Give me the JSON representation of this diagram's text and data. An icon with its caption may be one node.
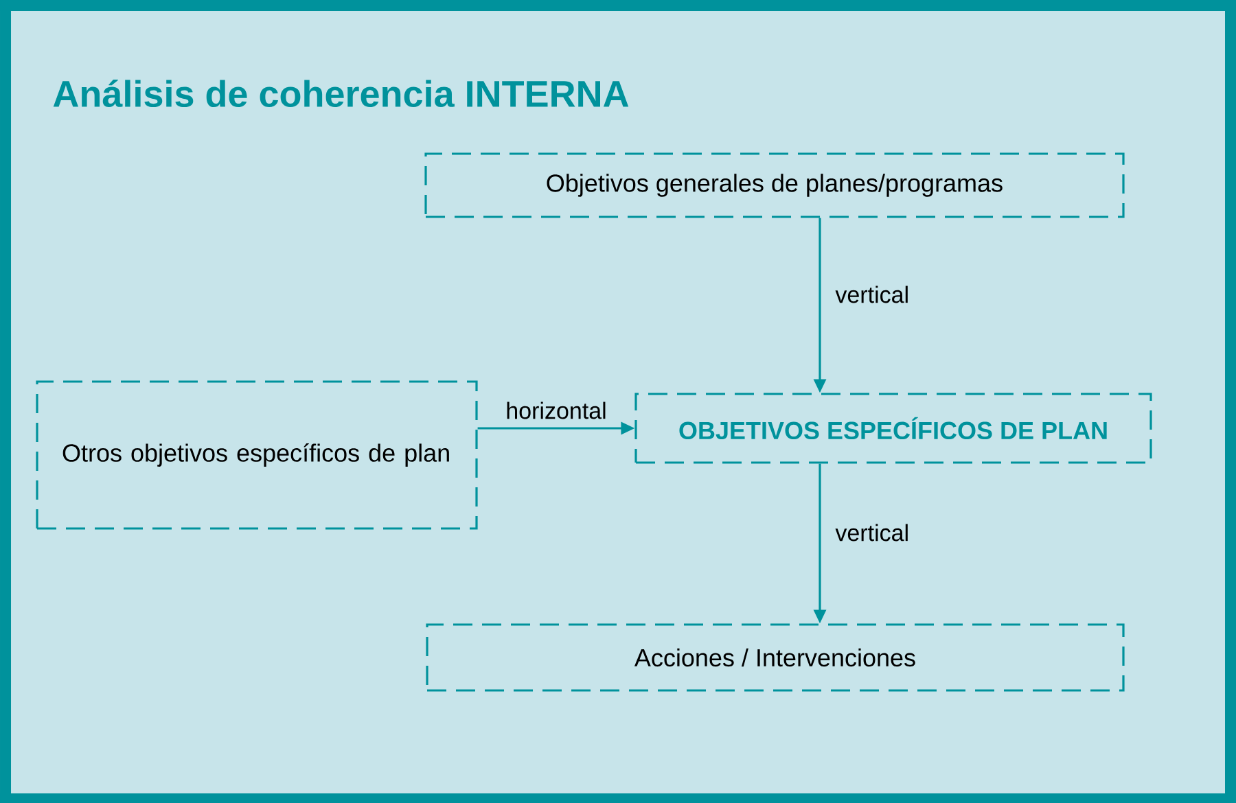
{
  "diagram": {
    "title": "Análisis de coherencia INTERNA",
    "nodes": [
      {
        "text": [
          "Objetivos generales de planes/programas"
        ]
      },
      {
        "text": [
          "Otros objetivos específicos de plan"
        ]
      },
      {
        "text": [
          "OBJETIVOS ESPECÍFICOS DE PLAN"
        ]
      },
      {
        "text": [
          "Acciones / Intervenciones"
        ]
      }
    ],
    "edges": [
      {
        "from": 0,
        "to": 2,
        "arrow": "to",
        "label": "vertical"
      },
      {
        "from": 1,
        "to": 2,
        "arrow": "to",
        "label": "horizontal"
      },
      {
        "from": 2,
        "to": 3,
        "arrow": "to",
        "label": "vertical"
      }
    ]
  }
}
